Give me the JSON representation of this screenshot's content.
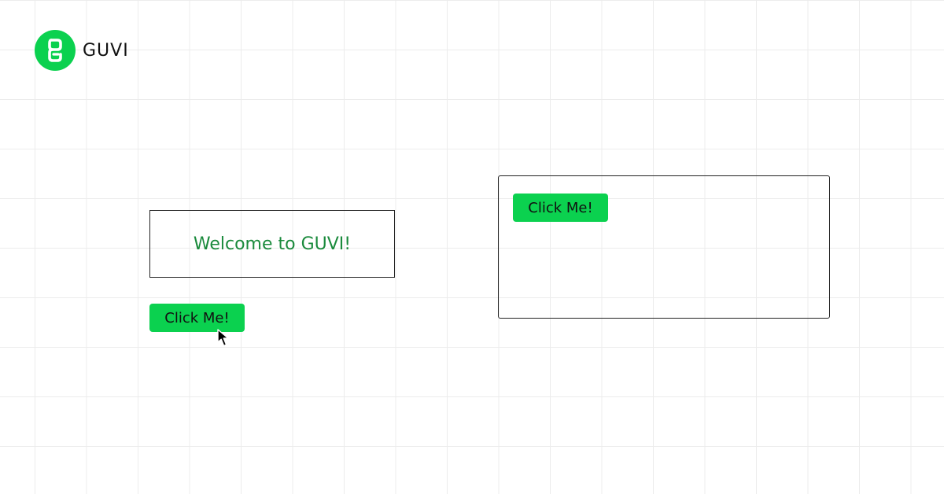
{
  "brand": {
    "name": "GUVI",
    "accent_color": "#0bd14f",
    "icon": "guvi-logo-icon"
  },
  "welcome": {
    "text": "Welcome to GUVI!",
    "color": "#1a8a3c"
  },
  "buttons": {
    "primary_label": "Click Me!",
    "panel_label": "Click Me!"
  },
  "cursor": {
    "icon": "mouse-pointer-icon"
  }
}
